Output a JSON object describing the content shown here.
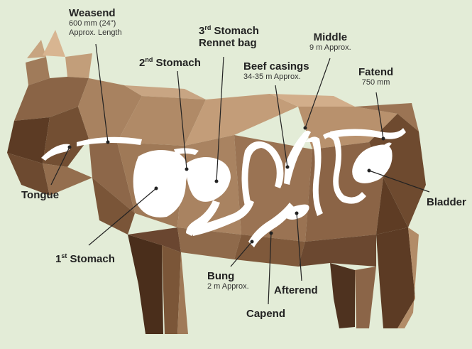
{
  "labels": {
    "weasend": {
      "title": "Weasend",
      "sub1": "600 mm (24\")",
      "sub2": "Approx. Length"
    },
    "stomach3": {
      "pre": "3",
      "sup": "rd",
      "post": " Stomach",
      "line2": "Rennet bag"
    },
    "stomach2": {
      "pre": "2",
      "sup": "nd",
      "post": " Stomach"
    },
    "middle": {
      "title": "Middle",
      "sub": "9 m Approx."
    },
    "beef_casings": {
      "title": "Beef casings",
      "sub": "34-35 m Approx."
    },
    "fatend": {
      "title": "Fatend",
      "sub": "750 mm"
    },
    "tongue": {
      "title": "Tongue"
    },
    "bladder": {
      "title": "Bladder"
    },
    "stomach1": {
      "pre": "1",
      "sup": "st",
      "post": " Stomach"
    },
    "bung": {
      "title": "Bung",
      "sub": "2 m Approx."
    },
    "afterend": {
      "title": "Afterend"
    },
    "capend": {
      "title": "Capend"
    }
  },
  "colors": {
    "background": "#e3ecd7",
    "cow_dark": "#5c3b24",
    "cow_mid": "#8a6446",
    "cow_light": "#c09a76",
    "organ": "#ffffff",
    "leader": "#222222"
  }
}
